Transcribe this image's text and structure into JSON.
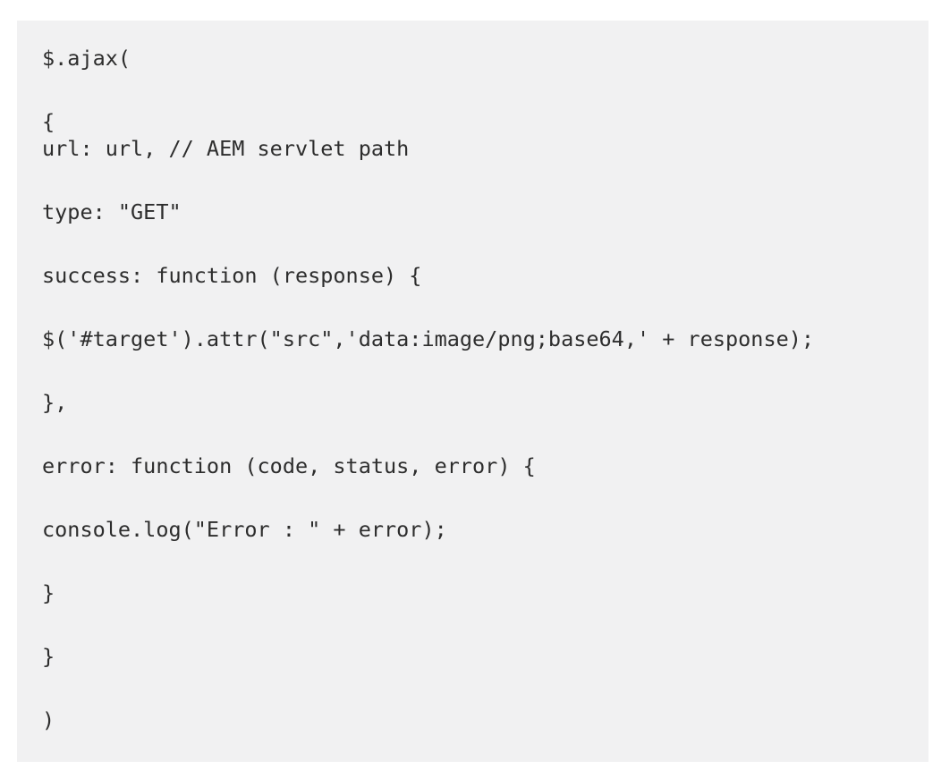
{
  "page": {
    "background_color": "#ffffff"
  },
  "code_block": {
    "background_color": "#f1f1f2",
    "text_color": "#2d2d2d",
    "language": "javascript",
    "lines": [
      "$.ajax(",
      "{\nurl: url, // AEM servlet path",
      "type: \"GET\"",
      "success: function (response) {",
      "$('#target').attr(\"src\",'data:image/png;base64,' + response);",
      "},",
      "error: function (code, status, error) {",
      "console.log(\"Error : \" + error);",
      "}",
      "}",
      ")"
    ]
  }
}
